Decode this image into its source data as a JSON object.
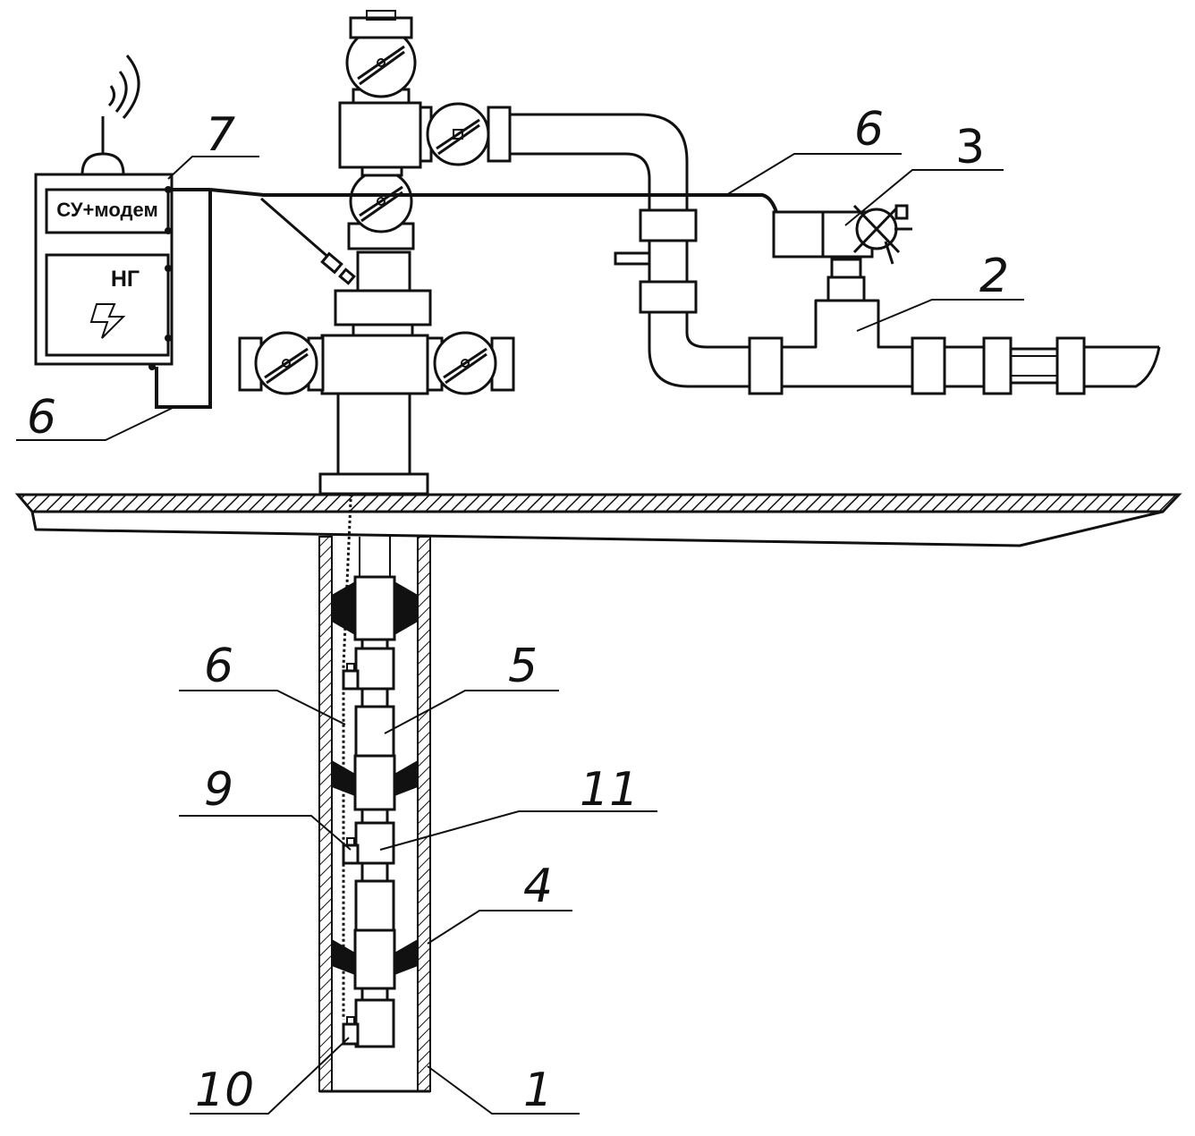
{
  "control_box": {
    "top_label": "СУ+модем",
    "bottom_label": "НГ"
  },
  "callouts": {
    "c7": "7",
    "c6_top_right": "6",
    "c3": "3",
    "c2": "2",
    "c6_left": "6",
    "c6_well": "6",
    "c5": "5",
    "c9": "9",
    "c11": "11",
    "c4": "4",
    "c10": "10",
    "c1": "1"
  },
  "icons": {
    "antenna": "radio-antenna-icon",
    "lightning": "lightning-bolt-icon"
  }
}
